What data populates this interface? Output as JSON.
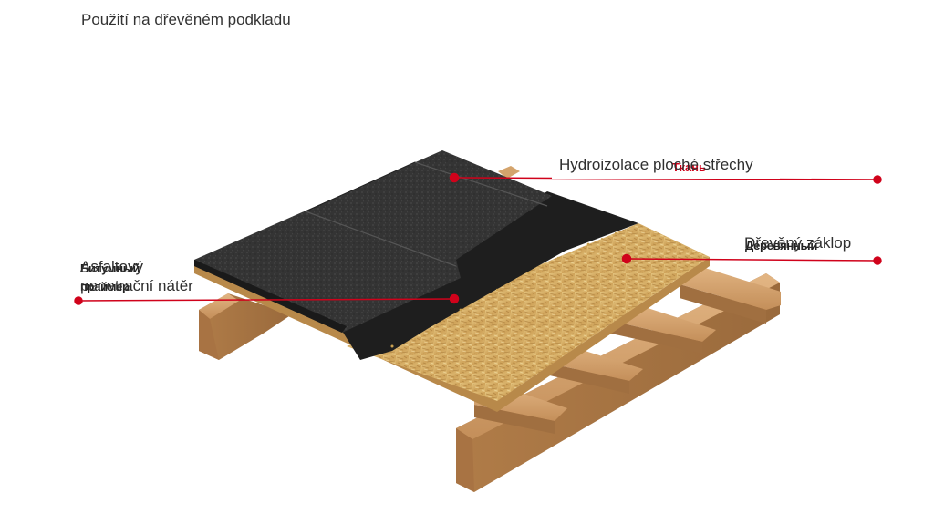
{
  "title": "Použití na dřevěném podkladu",
  "labels": {
    "hydroizolace": "Hydroizolace ploché střechy",
    "zaklop": "Dřevěný záklop",
    "asfalt_line1": "Asfaltový",
    "asfalt_line2": "penetrační nátěr",
    "ghost_zaklop": "Деревянный",
    "ghost_red": "Ткань",
    "ghost_left_1": "Битумный",
    "ghost_left_2": "праймер"
  },
  "colors": {
    "leader": "#d0021b",
    "wood": "#c99a62",
    "shingle": "#2e2e2e",
    "membrane": "#1c1c1c",
    "osb": "#d9b46c"
  }
}
